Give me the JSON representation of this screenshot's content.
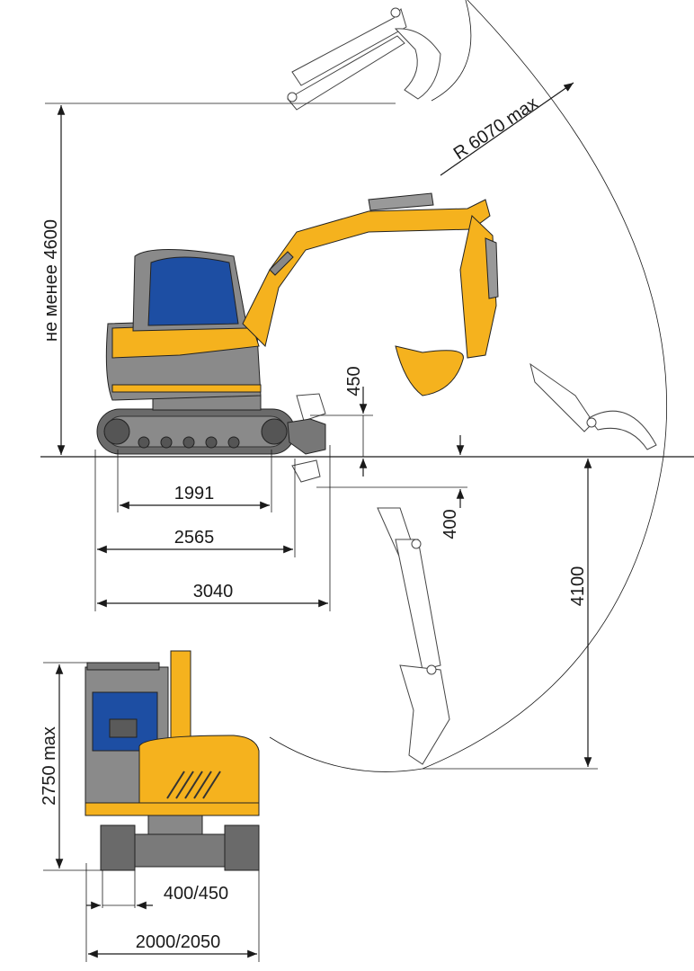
{
  "dimensions": {
    "min_height": "не менее 4600",
    "reach_radius": "R 6070 max",
    "blade_lift": "450",
    "blade_depth": "400",
    "dig_depth": "4100",
    "track_contact": "1991",
    "track_length": "2565",
    "overall_length": "3040",
    "overall_height": "2750 max",
    "track_width": "400/450",
    "overall_width": "2000/2050"
  },
  "colors": {
    "body_yellow": "#f5b21e",
    "body_grey": "#7c7c7c",
    "cab_blue": "#1d4ea3",
    "track_dark": "#5a5a5a",
    "line": "#1a1a1a"
  }
}
